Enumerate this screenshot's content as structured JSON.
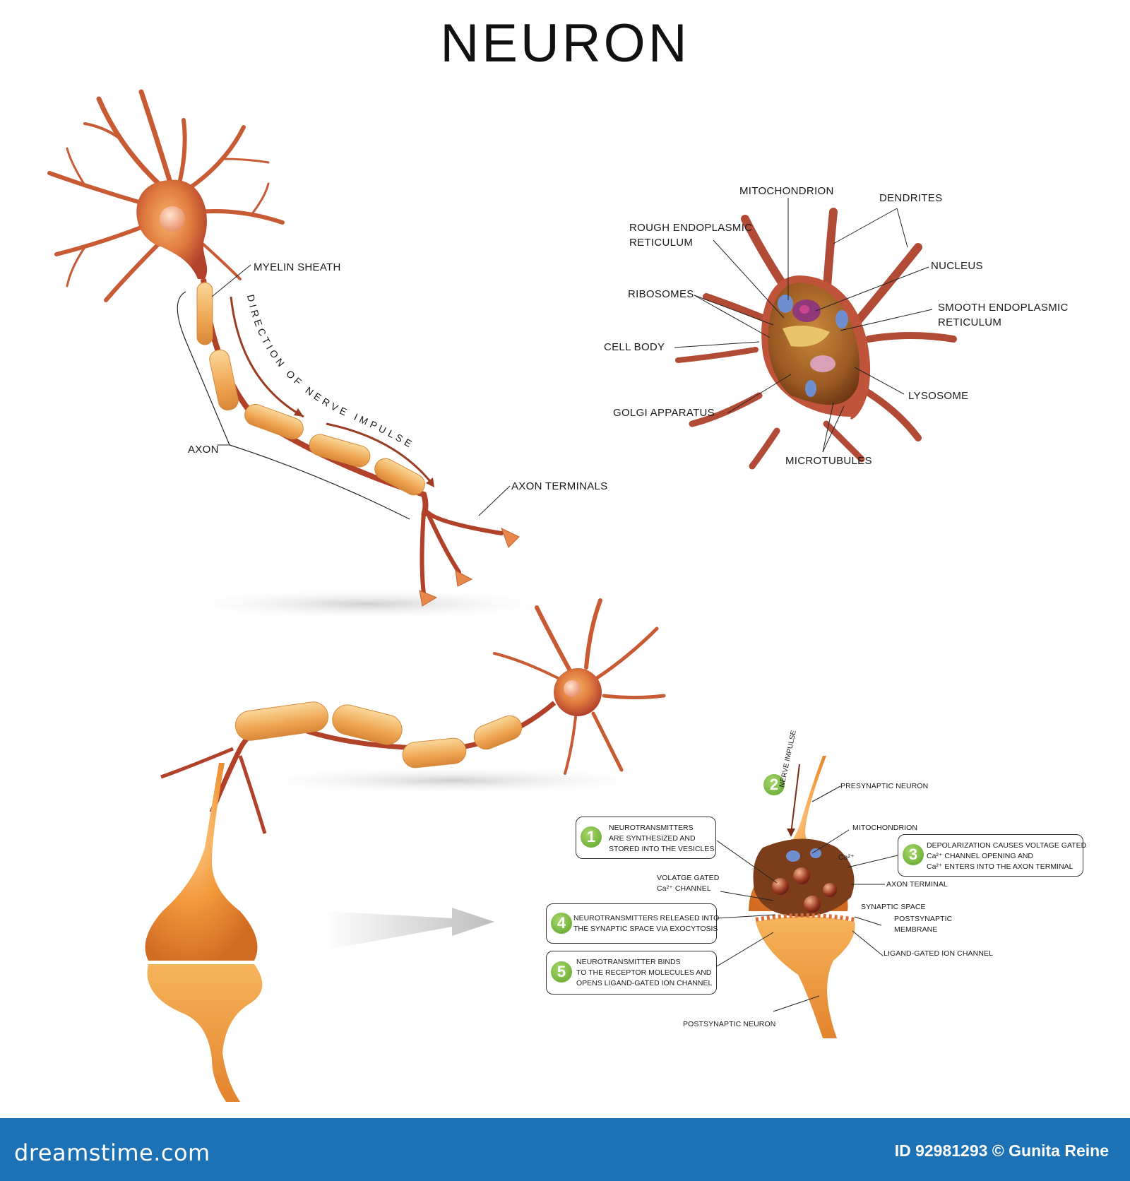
{
  "title": "NEURON",
  "neuron_labels": {
    "myelin_sheath": "MYELIN SHEATH",
    "direction": "DIRECTION OF NERVE IMPULSE",
    "axon": "AXON",
    "axon_terminals": "AXON TERMINALS"
  },
  "cell_body_labels": {
    "mitochondrion": "MITOCHONDRION",
    "dendrites": "DENDRITES",
    "rough_er_1": "ROUGH ENDOPLASMIC",
    "rough_er_2": "RETICULUM",
    "nucleus": "NUCLEUS",
    "ribosomes": "RIBOSOMES",
    "smooth_er_1": "SMOOTH ENDOPLASMIC",
    "smooth_er_2": "RETICULUM",
    "cell_body": "CELL BODY",
    "lysosome": "LYSOSOME",
    "golgi": "GOLGI APPARATUS",
    "microtubules": "MICROTUBULES"
  },
  "synapse_labels": {
    "nerve_impulse": "NERVE IMPULSE",
    "presynaptic_neuron": "PRESYNAPTIC NEURON",
    "mitochondrion": "MITOCHONDRION",
    "ca_ion": "Ca²⁺",
    "axon_terminal": "AXON TERMINAL",
    "synaptic_space": "SYNAPTIC SPACE",
    "postsynaptic_membrane_1": "POSTSYNAPTIC",
    "postsynaptic_membrane_2": "MEMBRANE",
    "ligand_gated": "LIGAND-GATED ION CHANNEL",
    "postsynaptic_neuron": "POSTSYNAPTIC NEURON",
    "vg_channel_1": "VOLATGE GATED",
    "vg_channel_2": "Ca²⁺ CHANNEL"
  },
  "steps": [
    {
      "number": "1",
      "lines": [
        "NEUROTRANSMITTERS",
        "ARE SYNTHESIZED AND",
        "STORED INTO THE VESICLES"
      ]
    },
    {
      "number": "2",
      "lines": []
    },
    {
      "number": "3",
      "lines": [
        "DEPOLARIZATION CAUSES VOLTAGE GATED",
        "Ca²⁺  CHANNEL OPENING AND",
        "Ca²⁺  ENTERS INTO THE AXON TERMINAL"
      ]
    },
    {
      "number": "4",
      "lines": [
        "NEUROTRANSMITTERS RELEASED INTO",
        "THE SYNAPTIC SPACE VIA EXOCYTOSIS"
      ]
    },
    {
      "number": "5",
      "lines": [
        "NEUROTRANSMITTER BINDS",
        "TO THE RECEPTOR MOLECULES AND",
        "OPENS LIGAND-GATED ION CHANNEL"
      ]
    }
  ],
  "footer": {
    "brand": "dreamstime.com",
    "credit": "ID 92981293 © Gunita Reine"
  },
  "colors": {
    "neuron_body": "#d9683a",
    "dendrite": "#b8452c",
    "myelin": "#f0b05a",
    "axon": "#a83a2a",
    "synapse": "#ef9a3a",
    "footer": "#1c72b5",
    "step_badge": "#6cae2f"
  }
}
